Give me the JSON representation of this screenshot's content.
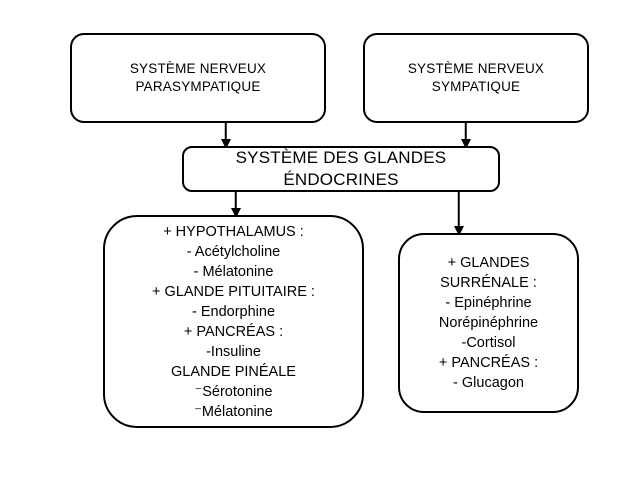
{
  "diagram": {
    "title": "Système des glandes endocrines",
    "background_color": "#ffffff",
    "stroke_color": "#000000",
    "nodes": {
      "parasympathetic": {
        "label": "SYSTÈME NERVEUX\nPARASYMPATIQUE"
      },
      "sympathetic": {
        "label": "SYSTÈME NERVEUX\nSYMPATIQUE"
      },
      "endocrine": {
        "label": "SYSTÈME DES GLANDES\nÉNDOCRINES"
      },
      "hypothalamus_group": {
        "label": "+ HYPOTHALAMUS :\n- Acétylcholine\n- Mélatonine\n+ GLANDE PITUITAIRE :\n- Endorphine\n+ PANCRÉAS :\n-Insuline\nGLANDE PINÉALE\n⁻Sérotonine\n⁻Mélatonine",
        "lines": [
          "+ HYPOTHALAMUS :",
          "- Acétylcholine",
          "- Mélatonine",
          "+ GLANDE PITUITAIRE :",
          "- Endorphine",
          "+ PANCRÉAS :",
          "-Insuline",
          "GLANDE PINÉALE",
          "⁻Sérotonine",
          "⁻Mélatonine"
        ]
      },
      "adrenal_group": {
        "label": "+ GLANDES\nSURRÉNALE :\n- Epinéphrine\nNorépinéphrine\n-Cortisol\n+ PANCRÉAS :\n- Glucagon",
        "lines": [
          "+ GLANDES",
          "SURRÉNALE :",
          "- Epinéphrine",
          "Norépinéphrine",
          "-Cortisol",
          "+ PANCRÉAS :",
          "- Glucagon"
        ]
      }
    },
    "connectors": [
      {
        "name": "parasympathetic-to-endocrine",
        "from": "parasympathetic",
        "to": "endocrine",
        "style": "arrow-down"
      },
      {
        "name": "sympathetic-to-endocrine",
        "from": "sympathetic",
        "to": "endocrine",
        "style": "arrow-down"
      },
      {
        "name": "endocrine-to-hypothalamus",
        "from": "endocrine",
        "to": "hypothalamus_group",
        "style": "arrow-down"
      },
      {
        "name": "endocrine-to-adrenal",
        "from": "endocrine",
        "to": "adrenal_group",
        "style": "arrow-down"
      }
    ]
  }
}
